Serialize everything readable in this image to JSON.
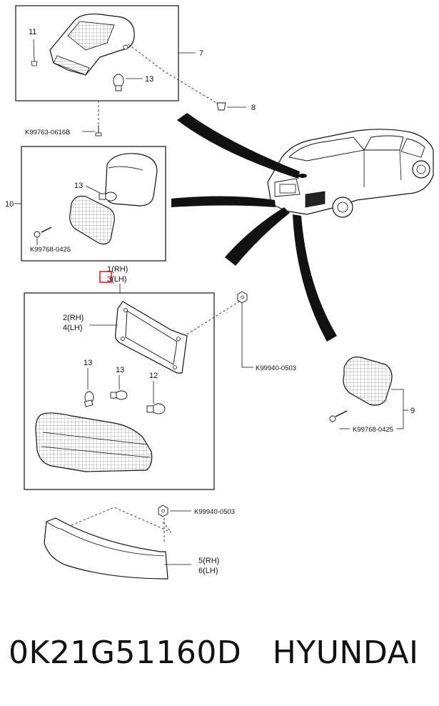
{
  "labels": {
    "c7": "7",
    "c8": "8",
    "c11": "11",
    "c13_top": "13",
    "bolt_top": "K99763-0616B",
    "c10": "10",
    "c13_mid": "13",
    "bolt_mid": "K99768-0425",
    "rh1": "1(RH)",
    "lh3": "3(LH)",
    "rh2": "2(RH)",
    "lh4": "4(LH)",
    "nut1": "K99940-0503",
    "c13_a": "13",
    "c13_b": "13",
    "c12": "12",
    "c9": "9",
    "bolt_right": "K99768-0425",
    "nut2": "K99940-0503",
    "rh5": "5(RH)",
    "lh6": "6(LH)"
  },
  "footer": {
    "part_number": "0K21G51160D",
    "brand": "HYUNDAI"
  },
  "colors": {
    "highlight": "#e02020",
    "ink": "#111111"
  }
}
